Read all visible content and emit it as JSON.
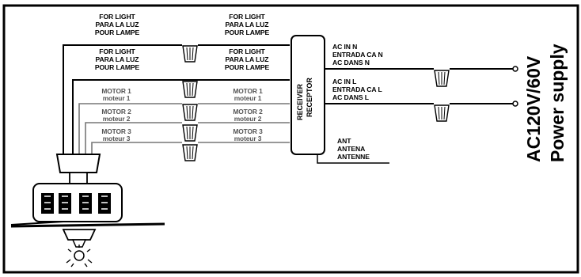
{
  "labels": {
    "light_a": [
      "FOR LIGHT",
      "PARA LA LUZ",
      "POUR LAMPE"
    ],
    "light_b": [
      "FOR LIGHT",
      "PARA LA LUZ",
      "POUR LAMPE"
    ],
    "light_c": [
      "FOR LIGHT",
      "PARA LA LUZ",
      "POUR LAMPE"
    ],
    "light_d": [
      "FOR LIGHT",
      "PARA LA LUZ",
      "POUR LAMPE"
    ],
    "motor1": [
      "MOTOR 1",
      "moteur 1"
    ],
    "motor2": [
      "MOTOR 2",
      "moteur 2"
    ],
    "motor3": [
      "MOTOR 3",
      "moteur 3"
    ],
    "ac_n": [
      "AC IN N",
      "ENTRADA CA N",
      "AC DANS N"
    ],
    "ac_l": [
      "AC IN L",
      "ENTRADA CA L",
      "AC DANS L"
    ],
    "antenna": [
      "ANT",
      "ANTENA",
      "ANTENNE"
    ]
  },
  "receiver": [
    "RECEIVER",
    "RECEPTOR"
  ],
  "power_supply": [
    "AC120V/60V",
    "Power supply"
  ]
}
